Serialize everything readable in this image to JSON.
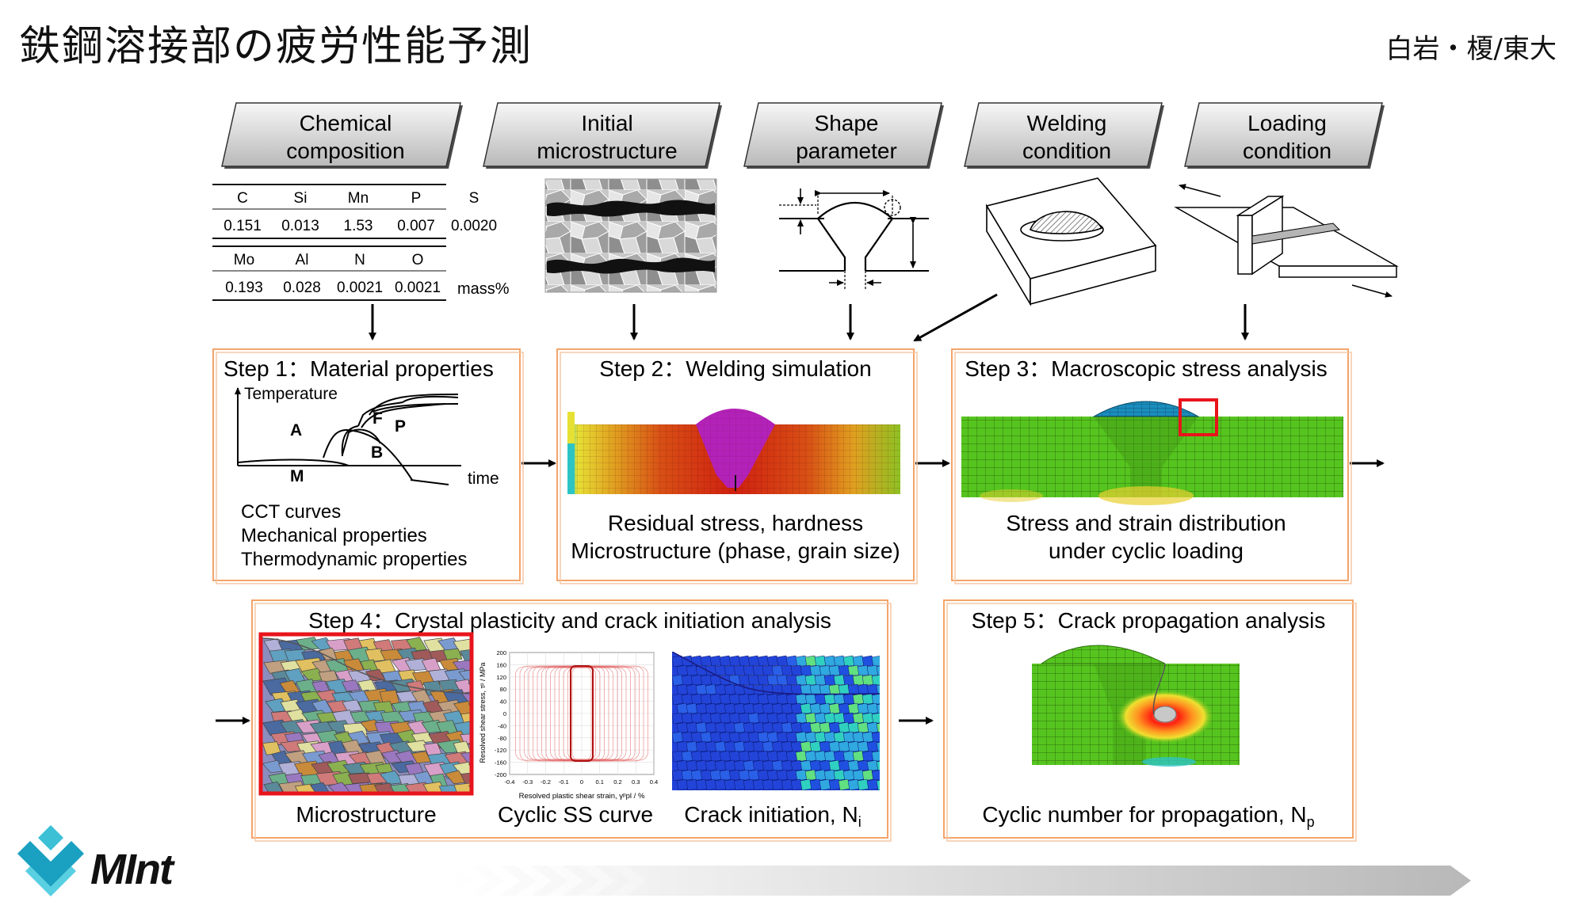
{
  "header": {
    "title": "鉄鋼溶接部の疲労性能予測",
    "affiliation": "白岩・榎/東大"
  },
  "inputs": [
    {
      "line1": "Chemical",
      "line2": "composition"
    },
    {
      "line1": "Initial",
      "line2": "microstructure"
    },
    {
      "line1": "Shape",
      "line2": "parameter"
    },
    {
      "line1": "Welding",
      "line2": "condition"
    },
    {
      "line1": "Loading",
      "line2": "condition"
    }
  ],
  "composition_table": {
    "row1_headers": [
      "C",
      "Si",
      "Mn",
      "P",
      "S"
    ],
    "row1_values": [
      "0.151",
      "0.013",
      "1.53",
      "0.007",
      "0.0020"
    ],
    "row2_headers": [
      "Mo",
      "Al",
      "N",
      "O"
    ],
    "row2_values": [
      "0.193",
      "0.028",
      "0.0021",
      "0.0021"
    ],
    "unit": "mass%"
  },
  "step1": {
    "title": "Step 1：Material properties",
    "cct": {
      "y_axis": "Temperature",
      "x_axis": "time",
      "regions": [
        "A",
        "F",
        "P",
        "B",
        "M"
      ]
    },
    "lines": [
      "CCT curves",
      "Mechanical properties",
      "Thermodynamic properties"
    ]
  },
  "step2": {
    "title": "Step 2：Welding simulation",
    "lines": [
      "Residual stress, hardness",
      "Microstructure (phase, grain size)"
    ]
  },
  "step3": {
    "title": "Step 3：Macroscopic stress analysis",
    "lines": [
      "Stress and strain distribution",
      "under cyclic loading"
    ]
  },
  "step4": {
    "title": "Step 4：Crystal plasticity and crack initiation analysis",
    "captions": {
      "microstructure": "Microstructure",
      "cyclic": "Cyclic SS curve",
      "crack": "Crack initiation, N",
      "crack_sub": "i"
    },
    "ss_plot": {
      "ylabel": "Resolved shear stress, τᵖ / MPa",
      "xlabel": "Resolved plastic shear strain, γᵖpl / %",
      "yticks": [
        "200",
        "160",
        "120",
        "80",
        "40",
        "0",
        "-40",
        "-80",
        "-120",
        "-160",
        "-200"
      ],
      "xticks": [
        "-0.4",
        "-0.3",
        "-0.2",
        "-0.1",
        "0",
        "0.1",
        "0.2",
        "0.3",
        "0.4"
      ]
    }
  },
  "step5": {
    "title": "Step 5：Crack propagation analysis",
    "caption": "Cyclic number for propagation, N",
    "caption_sub": "p"
  },
  "logo": {
    "text": "MInt"
  },
  "colors": {
    "box_border": "#f4a46a",
    "highlight": "#e8141b",
    "fem_green": "#56c41e"
  }
}
